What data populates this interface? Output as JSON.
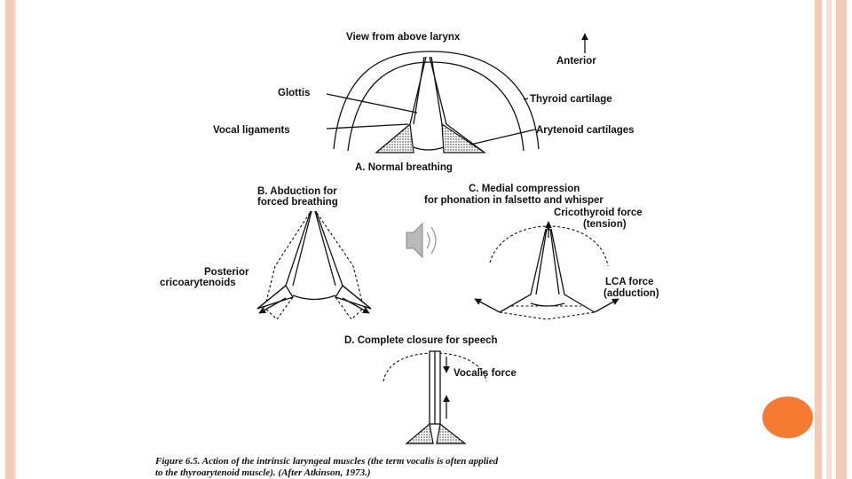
{
  "diagram": {
    "panel_a": {
      "title": "View from above larynx",
      "anterior": "Anterior",
      "glottis": "Glottis",
      "thyroid": "Thyroid cartilage",
      "vocal_ligaments": "Vocal ligaments",
      "arytenoid": "Arytenoid cartilages",
      "caption": "A. Normal breathing"
    },
    "panel_b": {
      "title_line1": "B. Abduction for",
      "title_line2": "forced breathing",
      "muscle_line1": "Posterior",
      "muscle_line2": "cricoarytenoids"
    },
    "panel_c": {
      "title_line1": "C. Medial compression",
      "title_line2": "for phonation in falsetto and whisper",
      "force1_line1": "Cricothyroid force",
      "force1_line2": "(tension)",
      "force2_line1": "LCA force",
      "force2_line2": "(adduction)"
    },
    "panel_d": {
      "title": "D. Complete closure for speech",
      "force": "Vocalis force"
    },
    "caption_line1": "Figure 6.5.  Action of the intrinsic laryngeal muscles (the term vocalis is often applied",
    "caption_line2": "to the thyroarytenoid muscle).  (After Atkinson, 1973.)"
  },
  "icons": {
    "audio": "speaker-icon"
  },
  "colors": {
    "frame": "#f6c9b7",
    "frame_light": "#f9dfd4",
    "accent_dot": "#f47b30"
  }
}
